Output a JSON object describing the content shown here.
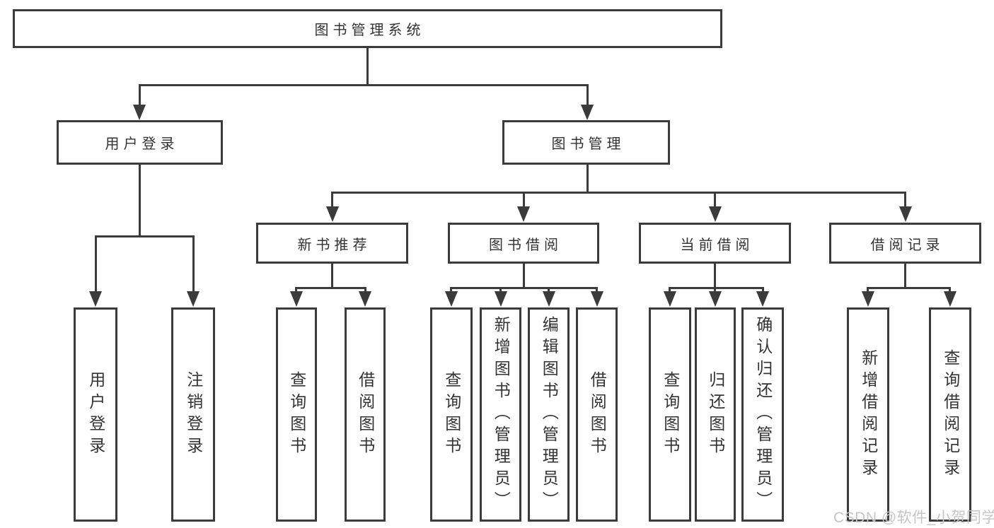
{
  "tree": {
    "root": "图书管理系统",
    "branches": [
      {
        "label": "用户登录",
        "children": [
          "用户登录",
          "注销登录"
        ]
      },
      {
        "label": "图书管理",
        "sections": [
          {
            "label": "新书推荐",
            "children": [
              "查询图书",
              "借阅图书"
            ]
          },
          {
            "label": "图书借阅",
            "children": [
              "查询图书",
              "新增图书（管理员）",
              "编辑图书（管理员）",
              "借阅图书"
            ]
          },
          {
            "label": "当前借阅",
            "children": [
              "查询图书",
              "归还图书",
              "确认归还（管理员）"
            ]
          },
          {
            "label": "借阅记录",
            "children": [
              "新增借阅记录",
              "查询借阅记录"
            ]
          }
        ]
      }
    ]
  },
  "watermark": {
    "text": "CSDN @软件_小贺同学"
  },
  "colors": {
    "line": "#3b3b3b",
    "text": "#333333",
    "watermark": "#c6c6c6",
    "background": "#ffffff"
  }
}
